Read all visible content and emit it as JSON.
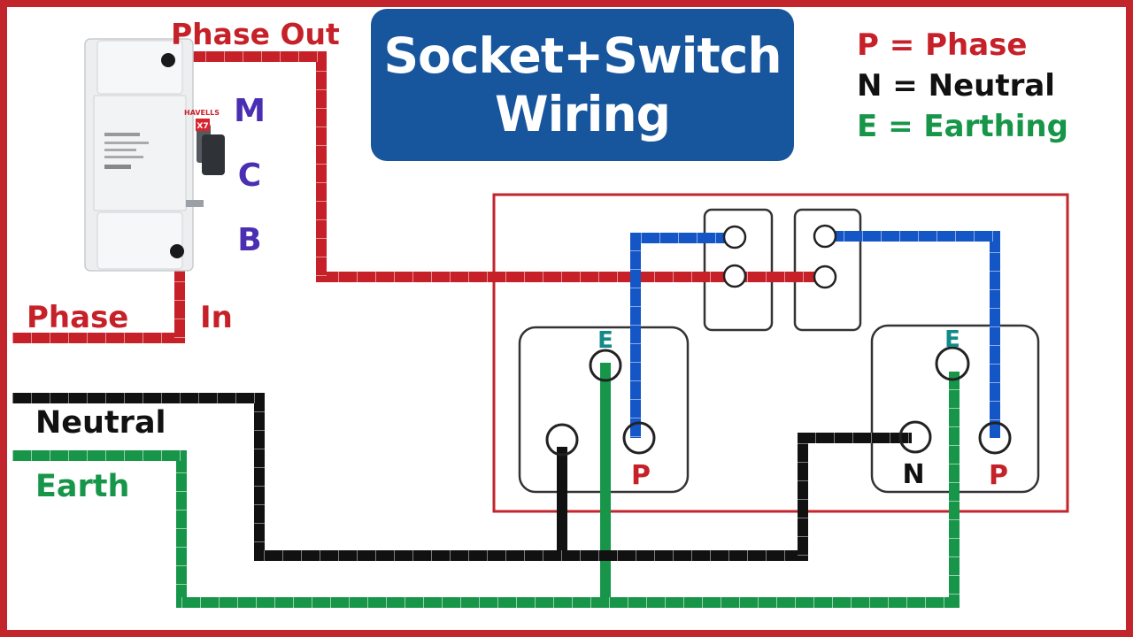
{
  "title": {
    "line1": "Socket+Switch",
    "line2": "Wiring"
  },
  "legend": [
    {
      "text": "P = Phase",
      "color": "#c62128"
    },
    {
      "text": "N = Neutral",
      "color": "#111111"
    },
    {
      "text": "E = Earthing",
      "color": "#17964a"
    }
  ],
  "mcb": {
    "brand": "HAVELLS",
    "model": "X7",
    "side_letters": [
      "M",
      "C",
      "B"
    ],
    "letter_color": "#4a2fb3"
  },
  "wire_labels": {
    "phase_out": "Phase Out",
    "phase_in_1": "Phase",
    "phase_in_2": "In",
    "neutral": "Neutral",
    "earth": "Earth"
  },
  "socket_left": {
    "earth": "E",
    "phase": "P"
  },
  "socket_right": {
    "earth": "E",
    "neutral": "N",
    "phase": "P"
  },
  "colors": {
    "phase": "#c62128",
    "neutral": "#111111",
    "earth": "#17964a",
    "switch_wire": "#1556c7",
    "frame": "#c2262c",
    "title_bg": "#17569c"
  }
}
